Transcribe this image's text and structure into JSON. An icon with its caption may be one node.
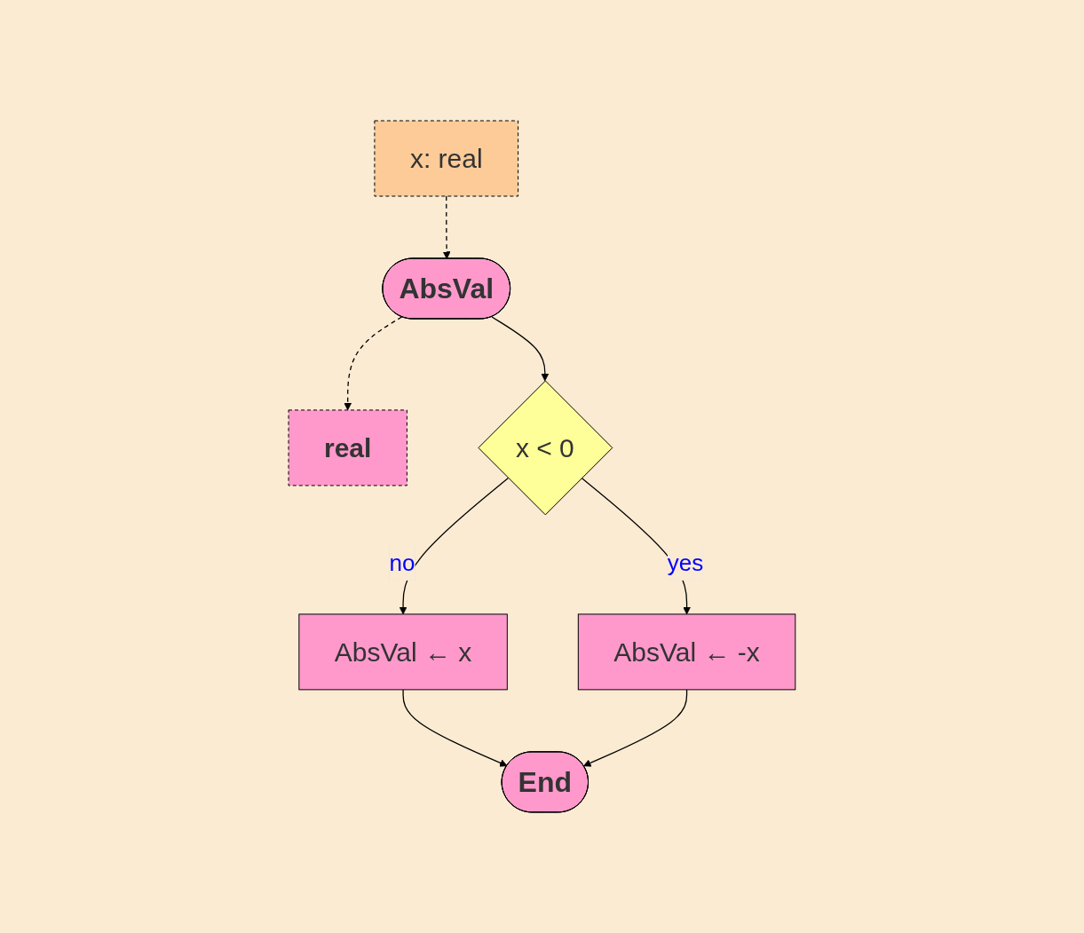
{
  "diagram": {
    "nodes": [
      {
        "text": [
          "x: real"
        ]
      },
      {
        "text": [
          "AbsVal"
        ]
      },
      {
        "text": [
          "real"
        ]
      },
      {
        "text": [
          "x < 0"
        ]
      },
      {
        "text": [
          "AbsVal ← x"
        ]
      },
      {
        "text": [
          "AbsVal ← -x"
        ]
      },
      {
        "text": [
          "End"
        ]
      }
    ],
    "edges": [
      {
        "from": 0,
        "to": 1,
        "arrow": "to",
        "style": "dashed"
      },
      {
        "from": 1,
        "to": 2,
        "arrow": "to",
        "style": "dashed"
      },
      {
        "from": 1,
        "to": 3,
        "arrow": "to"
      },
      {
        "from": 3,
        "to": 4,
        "label": "no",
        "arrow": "to"
      },
      {
        "from": 3,
        "to": 5,
        "label": "yes",
        "arrow": "to"
      },
      {
        "from": 4,
        "to": 6,
        "arrow": "to"
      },
      {
        "from": 5,
        "to": 6,
        "arrow": "to"
      }
    ]
  }
}
